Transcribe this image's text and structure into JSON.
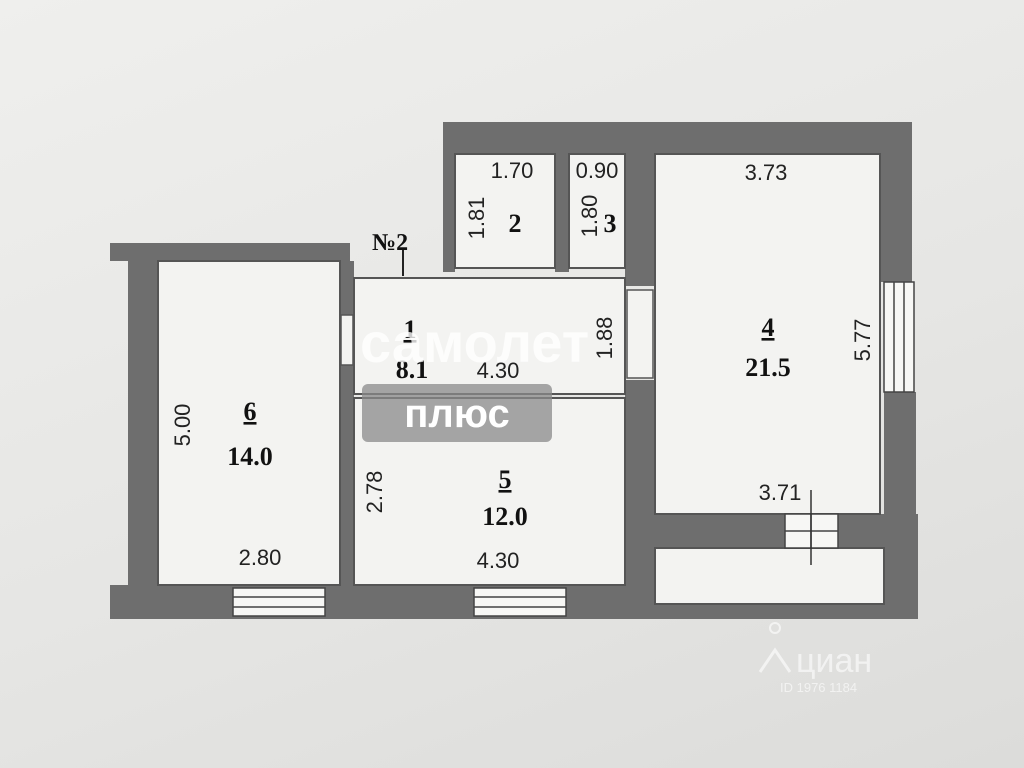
{
  "plan": {
    "flat_label": "№2",
    "rooms": [
      {
        "id": "room-1",
        "number": "1",
        "area": "8.1"
      },
      {
        "id": "room-2",
        "number": "2",
        "area": ""
      },
      {
        "id": "room-3",
        "number": "3",
        "area": ""
      },
      {
        "id": "room-4",
        "number": "4",
        "area": "21.5"
      },
      {
        "id": "room-5",
        "number": "5",
        "area": "12.0"
      },
      {
        "id": "room-6",
        "number": "6",
        "area": "14.0"
      }
    ],
    "dimensions": {
      "r2_width": "1.70",
      "r2_height": "1.81",
      "r3_width": "0.90",
      "r3_height": "1.80",
      "r4_top": "3.73",
      "r4_right": "5.77",
      "r4_bottom": "3.71",
      "r1_width": "4.30",
      "r1_height": "1.88",
      "r5_left": "2.78",
      "r5_bottom": "4.30",
      "r6_left": "5.00",
      "r6_bottom": "2.80"
    }
  },
  "watermark": {
    "line1": "самолет",
    "line2": "плюс",
    "cian": "циан",
    "cian_id": "ID 1976 1184"
  }
}
